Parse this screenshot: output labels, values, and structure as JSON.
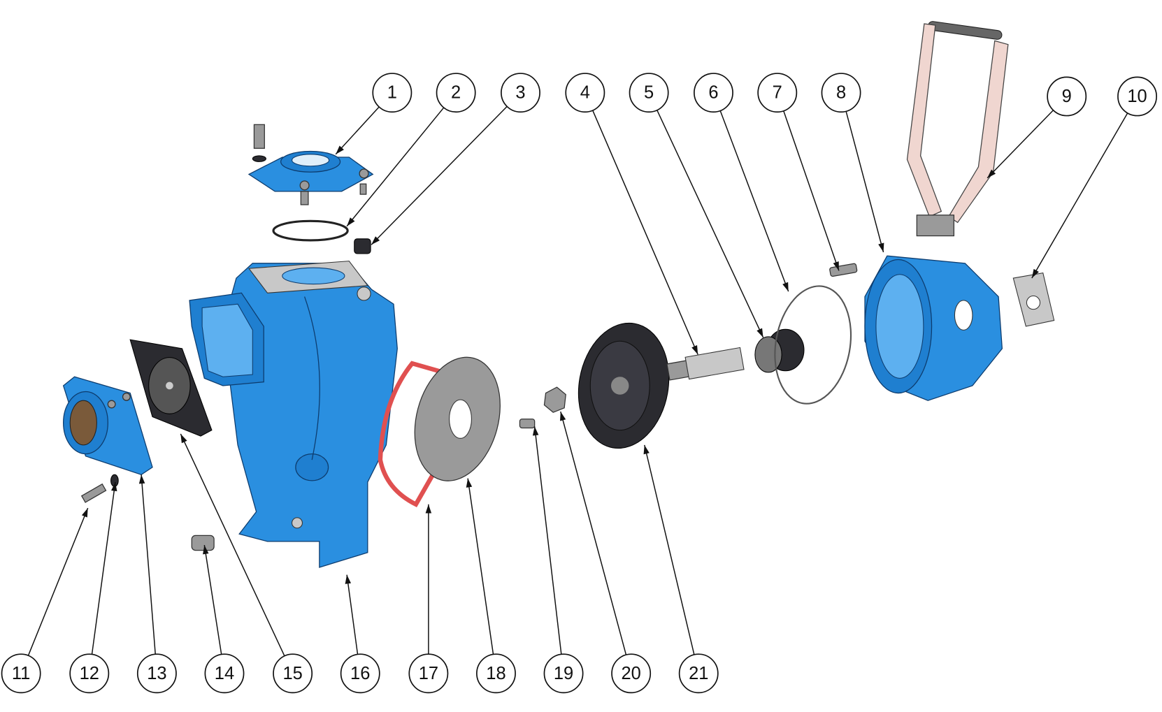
{
  "diagram": {
    "type": "exploded-assembly-view",
    "colors": {
      "casting": "#2a8fe0",
      "gasket": "#e05050",
      "rubber": "#2b2b30",
      "steel": "#9a9a9a",
      "handle": "#f0d6d0"
    },
    "balloons": [
      {
        "label": "1"
      },
      {
        "label": "2"
      },
      {
        "label": "3"
      },
      {
        "label": "4"
      },
      {
        "label": "5"
      },
      {
        "label": "6"
      },
      {
        "label": "7"
      },
      {
        "label": "8"
      },
      {
        "label": "9"
      },
      {
        "label": "10"
      },
      {
        "label": "11"
      },
      {
        "label": "12"
      },
      {
        "label": "13"
      },
      {
        "label": "14"
      },
      {
        "label": "15"
      },
      {
        "label": "16"
      },
      {
        "label": "17"
      },
      {
        "label": "18"
      },
      {
        "label": "19"
      },
      {
        "label": "20"
      },
      {
        "label": "21"
      }
    ]
  }
}
